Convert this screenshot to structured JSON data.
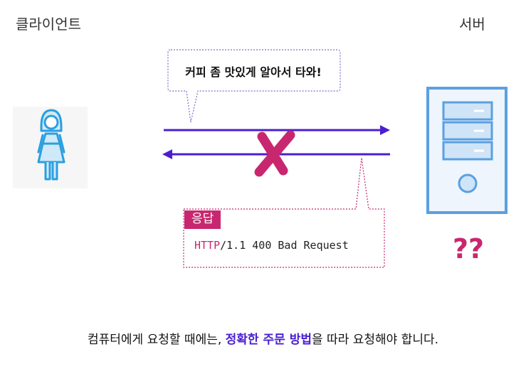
{
  "labels": {
    "client": "클라이언트",
    "server": "서버"
  },
  "request": {
    "speech": "커피 좀 맛있게 알아서 타와!"
  },
  "response": {
    "badge": "응답",
    "protocol": "HTTP",
    "status": "/1.1 400 Bad Request"
  },
  "server_state": {
    "confusion": "??"
  },
  "caption": {
    "before": "컴퓨터에게 요청할 때에는, ",
    "highlight": "정확한 주문 방법",
    "after": "을 따라 요청해야 합니다."
  },
  "colors": {
    "arrow": "#4b1fd1",
    "accent": "#c8276f",
    "person": "#2b9fe0",
    "server": "#5aa0e0"
  }
}
